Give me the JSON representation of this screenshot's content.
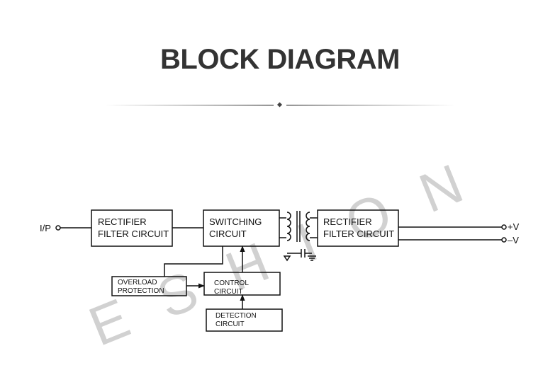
{
  "header": {
    "title": "BLOCK DIAGRAM"
  },
  "diagram": {
    "input_label": "I/P",
    "rectifier_in": {
      "line1": "RECTIFIER",
      "line2": "FILTER CIRCUIT"
    },
    "switching": {
      "line1": "SWITCHING",
      "line2": "CIRCUIT"
    },
    "rectifier_out": {
      "line1": "RECTIFIER",
      "line2": "FILTER CIRCUIT"
    },
    "overload": {
      "line1": "OVERLOAD",
      "line2": "PROTECTION"
    },
    "control": {
      "line1": "CONTROL",
      "line2": "CIRCUIT"
    },
    "detection": {
      "line1": "DETECTION",
      "line2": "CIRCUIT"
    },
    "output_plus": "+V",
    "output_minus": "–V"
  },
  "watermark": {
    "text": "ESHION"
  }
}
